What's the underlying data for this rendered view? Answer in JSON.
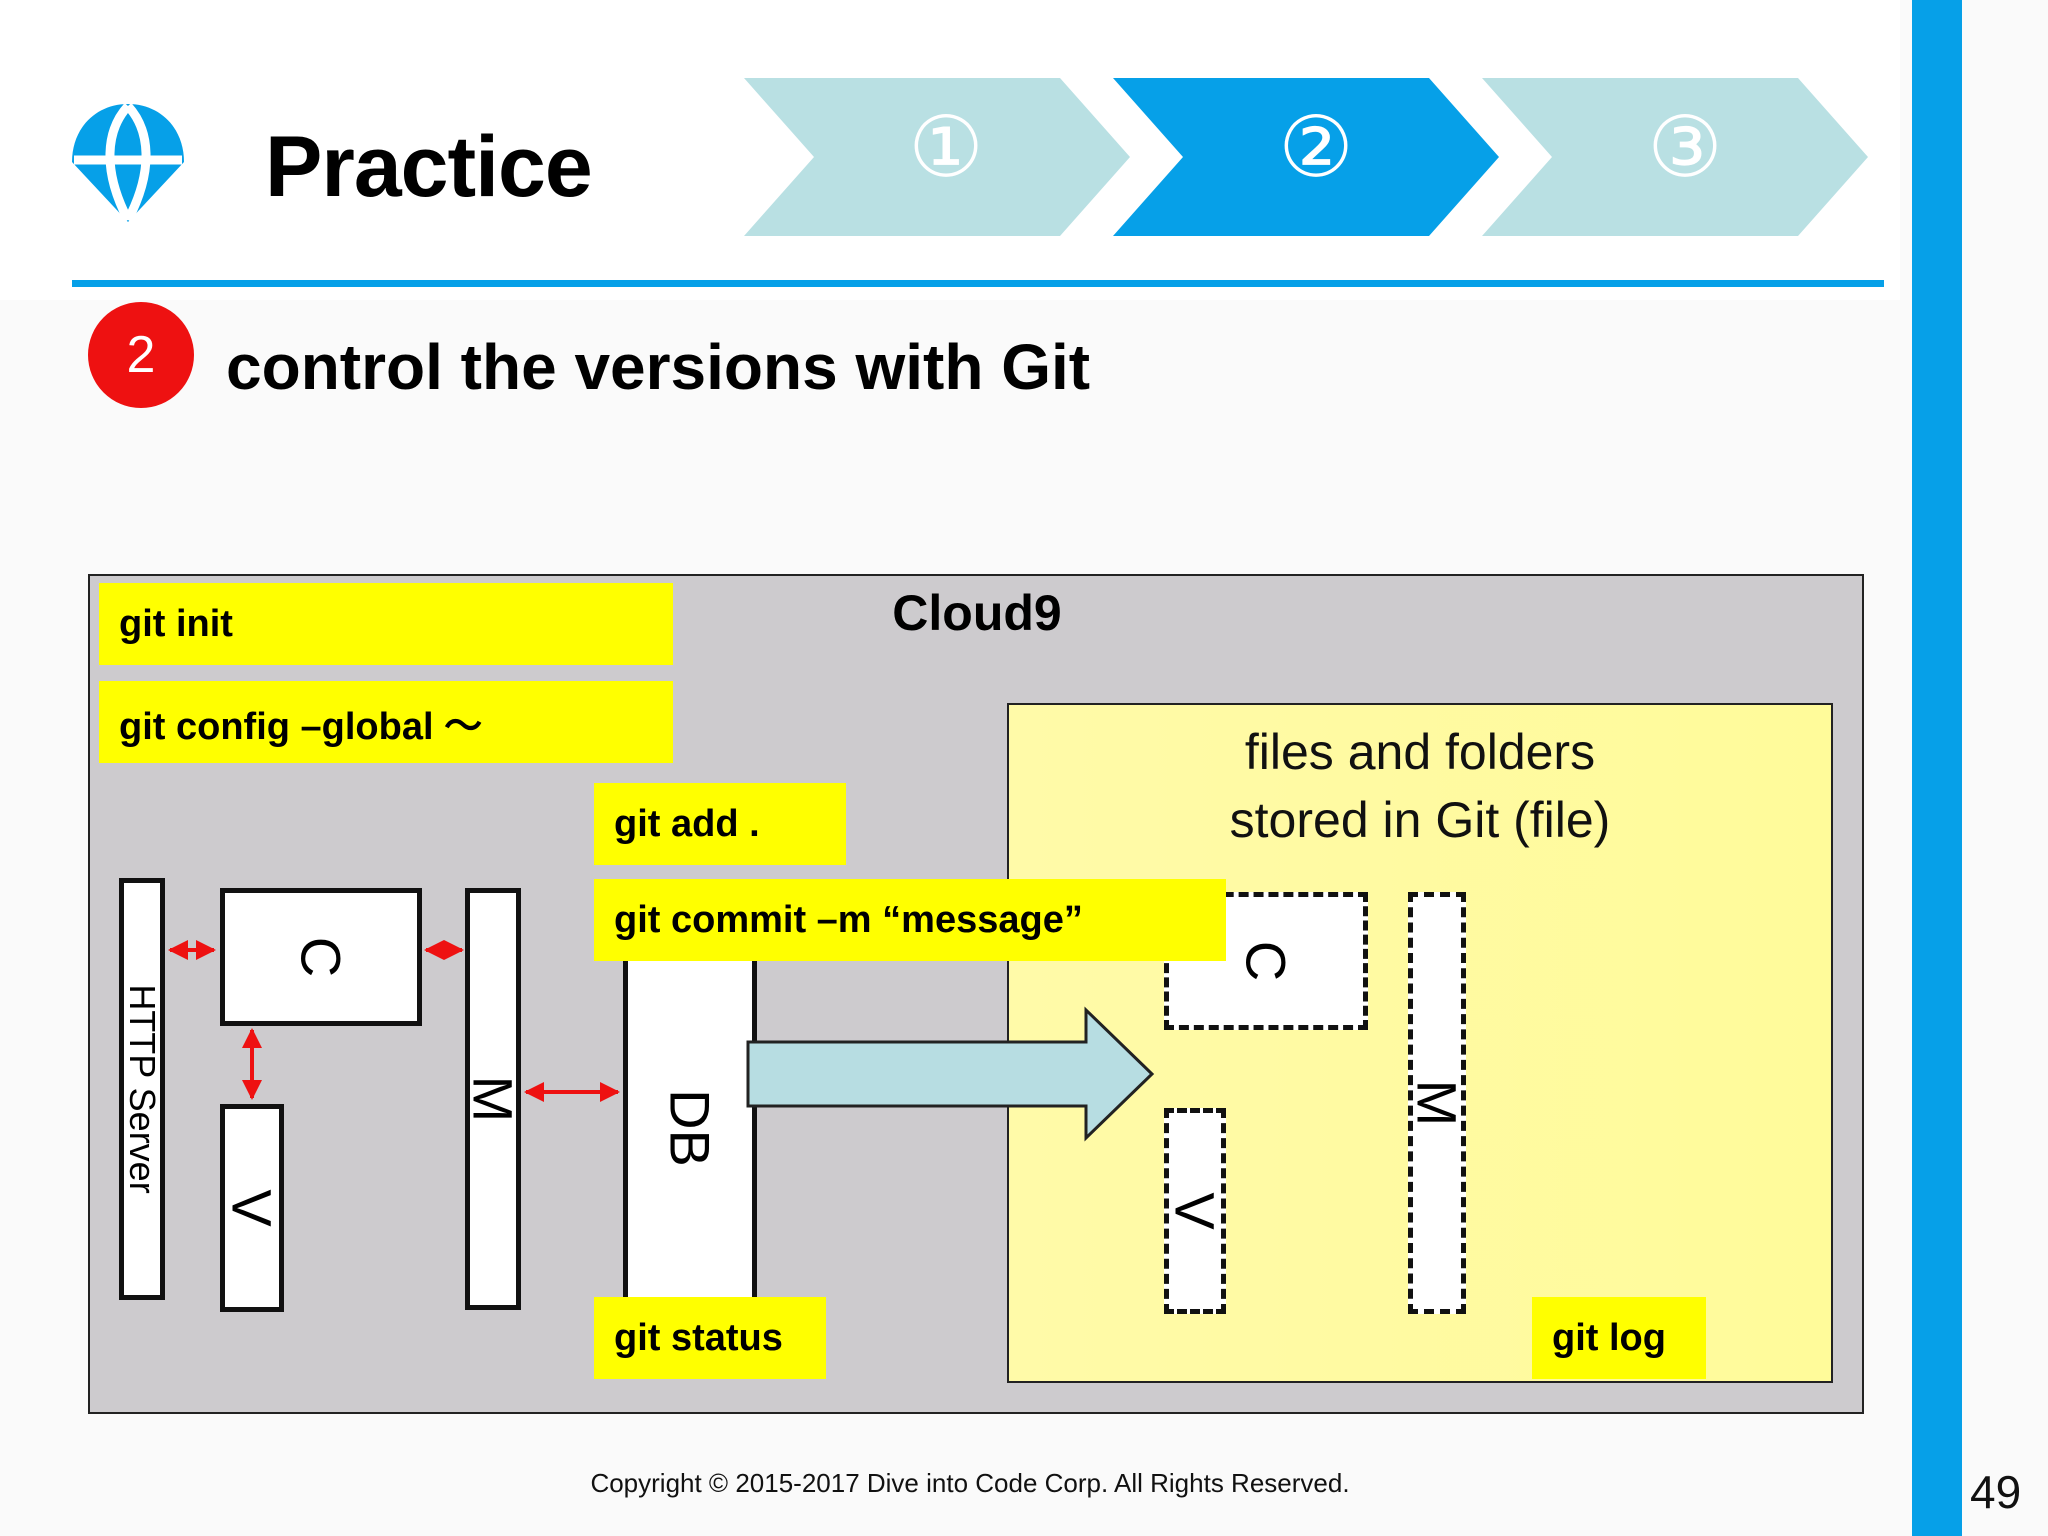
{
  "header": {
    "title": "Practice",
    "steps": [
      "①",
      "②",
      "③"
    ],
    "active_step": 2
  },
  "section": {
    "number": "2",
    "title": "control the versions with Git"
  },
  "diagram": {
    "container_label": "Cloud9",
    "git_area_title_line1": "files and folders",
    "git_area_title_line2": "stored in Git (file)",
    "commands": {
      "init": "git init",
      "config": "git config –global ～",
      "add": "git add .",
      "commit": "git commit –m “message”",
      "status": "git status",
      "log": "git log"
    },
    "boxes": {
      "http_server": "HTTP Server",
      "controller": "C",
      "view": "V",
      "model": "M",
      "db": "DB",
      "git_controller": "C",
      "git_view": "V",
      "git_model": "M"
    }
  },
  "footer": {
    "copyright": "Copyright © 2015-2017 Dive into Code Corp. All Rights Reserved.",
    "page_number": "49"
  },
  "colors": {
    "accent": "#06a0e8",
    "step_inactive": "#b9e0e3",
    "badge": "#ee1111",
    "highlight": "#ffff00",
    "git_area": "#fffaa8",
    "arrow_fill": "#b7dde2",
    "connector": "#ee1111"
  },
  "icons": {
    "logo": "globe-diamond-icon"
  }
}
